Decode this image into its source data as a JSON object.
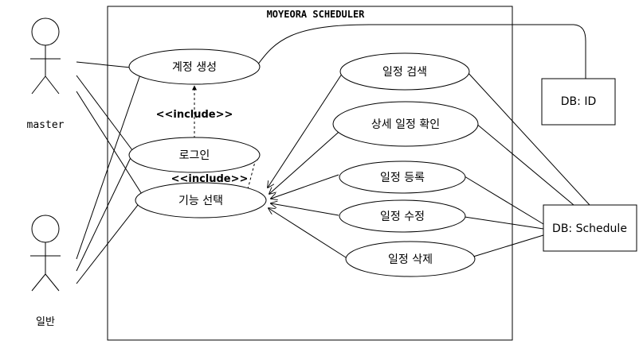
{
  "system": {
    "title": "MOYEORA SCHEDULER"
  },
  "actors": {
    "master": "master",
    "general": "일반"
  },
  "use_cases": {
    "create_account": "계정 생성",
    "login": "로그인",
    "select_function": "기능 선택",
    "search_schedule": "일정 검색",
    "view_detail": "상세 일정 확인",
    "register_schedule": "일정 등록",
    "edit_schedule": "일정 수정",
    "delete_schedule": "일정 삭제"
  },
  "relations": {
    "include_login": "<<include>>",
    "include_select": "<<include>>"
  },
  "databases": {
    "id": "DB: ID",
    "schedule": "DB: Schedule"
  }
}
